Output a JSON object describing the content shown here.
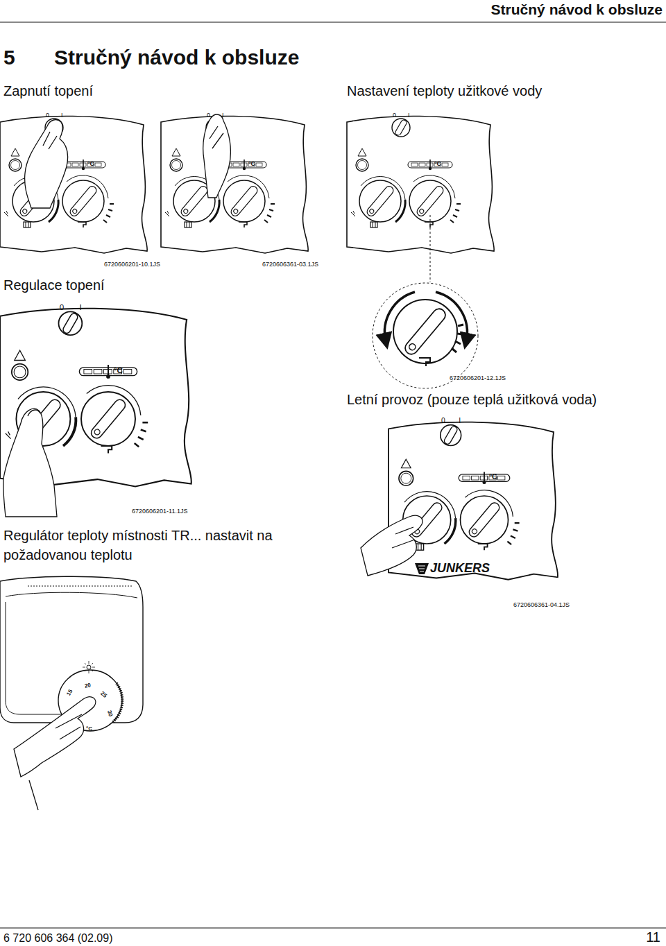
{
  "diagram": {
    "title": "Stručný návod k obsluze",
    "labels": [
      "Stručný návod k obsluze",
      "5",
      "Zapnutí topení",
      "Nastavení teploty užitkové vody",
      "0",
      "I",
      "°C",
      "0",
      "I",
      "°C",
      "0",
      "I",
      "°C",
      "6720606201-10.1JS",
      "6720606361-03.1JS",
      "Regulace topení",
      "0",
      "I",
      "°C",
      "6720606201-12.1JS",
      "Letní provoz (pouze teplá užitková voda)",
      "0",
      "I",
      "°C",
      "6720606201-11.1JS",
      "Regulátor teploty místnosti TR... nastavit na požadovanou teplotu",
      "JUNKERS",
      "6720606361-04.1JS",
      "15",
      "20",
      "25",
      "30",
      "°C",
      "6 720 606 364 (02.09)",
      "11"
    ]
  }
}
